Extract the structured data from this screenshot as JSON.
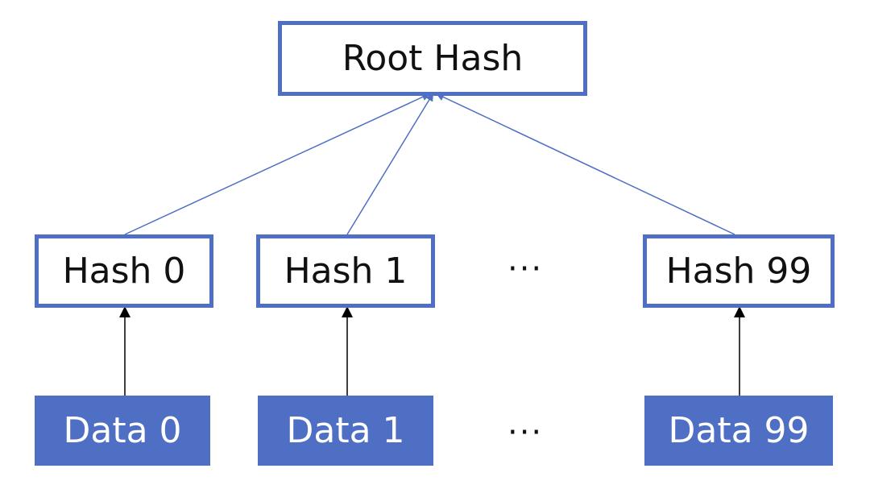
{
  "diagram": {
    "root": {
      "label": "Root Hash"
    },
    "hashes": [
      {
        "label": "Hash 0"
      },
      {
        "label": "Hash 1"
      },
      {
        "label": "Hash 99"
      }
    ],
    "data_blocks": [
      {
        "label": "Data 0"
      },
      {
        "label": "Data 1"
      },
      {
        "label": "Data 99"
      }
    ],
    "ellipsis_hash": "···",
    "ellipsis_data": "···",
    "colors": {
      "accent": "#4f6fc4",
      "hash_arrow": "#4f6fc4",
      "data_arrow": "#000000",
      "text_dark": "#111111",
      "text_light": "#ffffff"
    }
  }
}
